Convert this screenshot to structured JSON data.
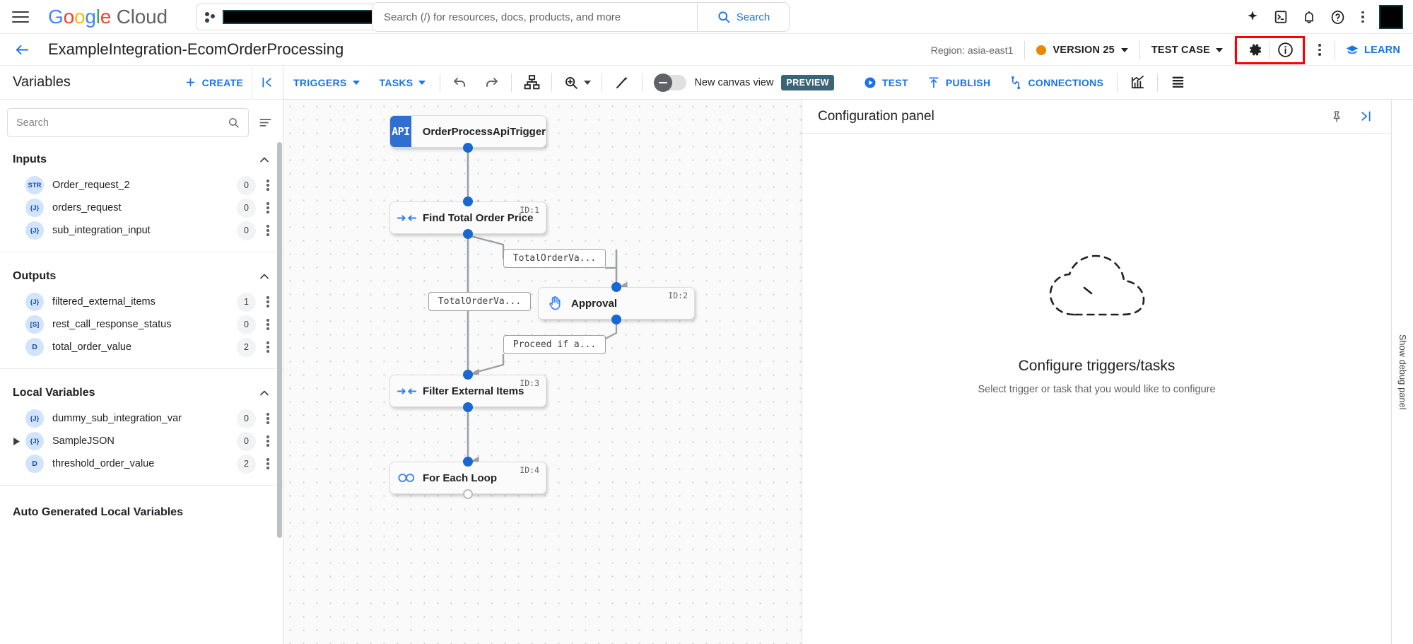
{
  "topbar": {
    "menu_icon": "hamburger-menu-icon",
    "brand": {
      "google": "Google",
      "cloud": "Cloud"
    },
    "project_picker": {
      "icon": "project-dots-icon",
      "value": "",
      "redacted": true
    },
    "search": {
      "placeholder": "Search (/) for resources, docs, products, and more",
      "value": "",
      "button_label": "Search",
      "icon": "search-icon"
    },
    "icons": [
      "gemini-spark-icon",
      "cloud-shell-icon",
      "notifications-bell-icon",
      "help-question-icon",
      "more-vert-icon"
    ],
    "avatar": "account-avatar"
  },
  "pageheader": {
    "back_icon": "back-arrow-icon",
    "title": "ExampleIntegration-EcomOrderProcessing",
    "region": "Region: asia-east1",
    "version": {
      "label": "VERSION 25",
      "dot_color": "#EA8600"
    },
    "test_case": "TEST CASE",
    "settings_icon": "gear-icon",
    "info_icon": "info-circle-icon",
    "more_icon": "more-vert-icon",
    "learn": "LEARN",
    "highlight_color": "#FF0000"
  },
  "sidebar": {
    "title": "Variables",
    "create_label": "CREATE",
    "collapse_icon": "collapse-panel-icon",
    "search": {
      "placeholder": "Search",
      "value": "",
      "icon": "search-icon"
    },
    "sort_icon": "sort-icon",
    "groups": [
      {
        "title": "Inputs",
        "items": [
          {
            "type": "STR",
            "name": "Order_request_2",
            "count": "0"
          },
          {
            "type": "{J}",
            "name": "orders_request",
            "count": "0"
          },
          {
            "type": "{J}",
            "name": "sub_integration_input",
            "count": "0"
          }
        ]
      },
      {
        "title": "Outputs",
        "items": [
          {
            "type": "{J}",
            "name": "filtered_external_items",
            "count": "1"
          },
          {
            "type": "[S]",
            "name": "rest_call_response_status",
            "count": "0"
          },
          {
            "type": "D",
            "name": "total_order_value",
            "count": "2"
          }
        ]
      },
      {
        "title": "Local Variables",
        "items": [
          {
            "type": "{J}",
            "name": "dummy_sub_integration_var",
            "count": "0"
          },
          {
            "type": "{J}",
            "name": "SampleJSON",
            "count": "0",
            "expandable": true
          },
          {
            "type": "D",
            "name": "threshold_order_value",
            "count": "2"
          }
        ]
      },
      {
        "title": "Auto Generated Local Variables",
        "items": []
      }
    ]
  },
  "toolbar": {
    "triggers": "TRIGGERS",
    "tasks": "TASKS",
    "undo_icon": "undo-icon",
    "redo_icon": "redo-icon",
    "layout_icon": "auto-layout-icon",
    "zoom_icon": "zoom-in-icon",
    "wand_icon": "magic-wand-icon",
    "canvas_toggle_label": "New canvas view",
    "preview_badge": "PREVIEW",
    "test": "TEST",
    "publish": "PUBLISH",
    "connections": "CONNECTIONS",
    "chart_icon": "analytics-chart-icon",
    "logs_icon": "logs-list-icon"
  },
  "canvas": {
    "nodes": [
      {
        "id": "",
        "title": "OrderProcessApiTrigger",
        "icon": "api-badge",
        "kind": "trigger"
      },
      {
        "id": "ID:1",
        "title": "Find Total Order Price",
        "icon": "data-mapping-icon",
        "kind": "task"
      },
      {
        "id": "ID:2",
        "title": "Approval",
        "icon": "approval-hand-icon",
        "kind": "task"
      },
      {
        "id": "ID:3",
        "title": "Filter External Items",
        "icon": "data-mapping-icon",
        "kind": "task"
      },
      {
        "id": "ID:4",
        "title": "For Each Loop",
        "icon": "loop-infinity-icon",
        "kind": "task"
      }
    ],
    "edge_labels": [
      "TotalOrderVa...",
      "TotalOrderVa...",
      "Proceed if a..."
    ]
  },
  "configpanel": {
    "title": "Configuration panel",
    "pin_icon": "pin-icon",
    "expand_icon": "expand-panel-icon",
    "empty_icon": "dashed-cloud-icon",
    "heading": "Configure triggers/tasks",
    "subtext": "Select trigger or task that you would like to configure"
  },
  "debugpanel": {
    "label": "Show debug panel"
  }
}
